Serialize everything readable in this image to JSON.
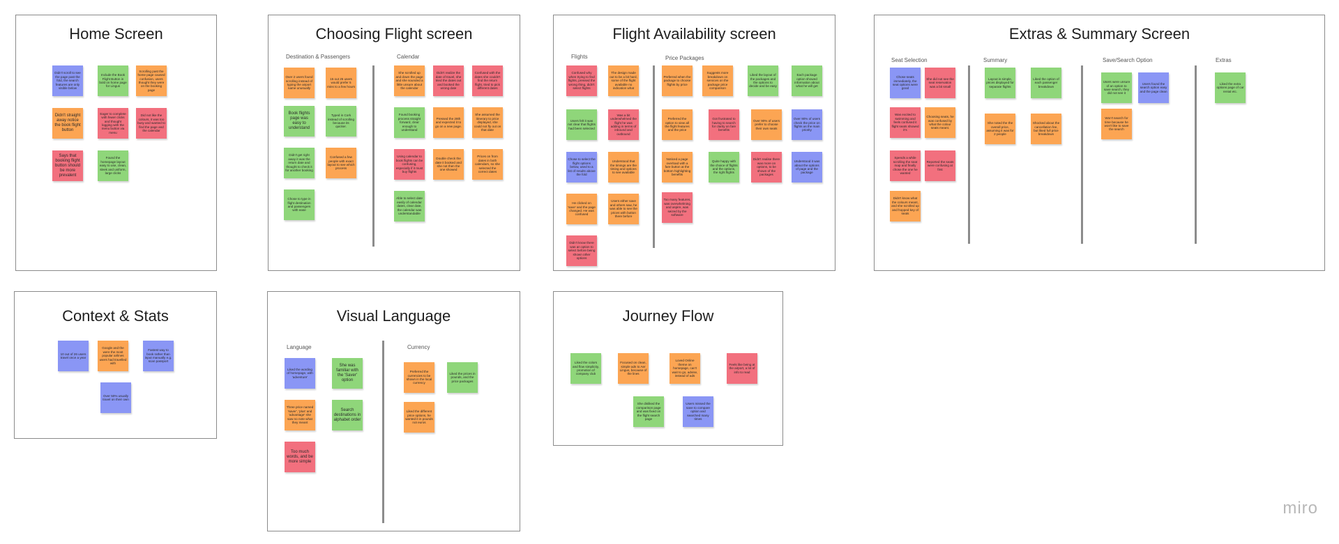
{
  "frames": {
    "home": {
      "title": "Home Screen"
    },
    "choosing": {
      "title": "Choosing Flight screen",
      "sections": [
        "Destination & Passengers",
        "Calendar"
      ]
    },
    "availability": {
      "title": "Flight Availability screen",
      "sections": [
        "Flights",
        "Price Packages"
      ]
    },
    "extras": {
      "title": "Extras & Summary Screen",
      "sections": [
        "Seat Selection",
        "Summary",
        "Save/Search Option",
        "Extras"
      ]
    },
    "context": {
      "title": "Context & Stats"
    },
    "visual": {
      "title": "Visual Language",
      "sections": [
        "Language",
        "Currency"
      ]
    },
    "journey": {
      "title": "Journey Flow"
    }
  },
  "notes": {
    "home": [
      {
        "text": "Didn't scroll to see the page past the fold, the search features are only visible below",
        "color": "blue"
      },
      {
        "text": "Include the Book Flight Button in bold on home page for Lingus",
        "color": "green"
      },
      {
        "text": "Scrolling past the home page caused confusion, users thought they were on the booking page",
        "color": "orange"
      },
      {
        "text": "Didn't straight away notice the book flight button",
        "color": "orange"
      },
      {
        "text": "Eager to complete with fewer clicks and thought logging with the menu button via menu",
        "color": "pink"
      },
      {
        "text": "Did not like the colours, it was too busy and wanted to find the page and the calendar",
        "color": "pink"
      },
      {
        "text": "Says that booking flight button should be more prevalent",
        "color": "pink"
      },
      {
        "text": "Found the homepage layout easy to use, clean, sleek and uniform, large clicks",
        "color": "green"
      }
    ],
    "choosing_dest": [
      {
        "text": "Over 2 users found scrolling instead of typing the airport name unusually",
        "color": "orange"
      },
      {
        "text": "15 out 25 users would prefer 5 mins to a few hours",
        "color": "orange"
      },
      {
        "text": "Book flights page was easy to understand",
        "color": "green"
      },
      {
        "text": "Typed in Cork instead of scrolling because its quicker.",
        "color": "green"
      },
      {
        "text": "Didn't get right away it was the return date and thought to check it for another booking",
        "color": "green"
      },
      {
        "text": "Confused a few people with exact layout to see which process",
        "color": "orange"
      },
      {
        "text": "Chose to type in flight destination and passengers with ease",
        "color": "green"
      }
    ],
    "choosing_cal": [
      {
        "text": "She scrolled up and down the page and she sounded a little unsure about the calendar",
        "color": "orange"
      },
      {
        "text": "Didn't realize the date of travel, she tried the dates out and booked the wrong date",
        "color": "pink"
      },
      {
        "text": "Confused with the dates she couldn't find the return flight, tried to pick different dates",
        "color": "pink"
      },
      {
        "text": "Found booking process straight forward, clear enough to understand",
        "color": "green"
      },
      {
        "text": "Pressed the 28th and expected it to go on a new page.",
        "color": "orange"
      },
      {
        "text": "She assumed the itinerary to price displayed, she could not fly out on that date",
        "color": "orange"
      },
      {
        "text": "Using calendar to book flights can be confusing, especially if it must buy flights",
        "color": "pink"
      },
      {
        "text": "Double check the date it booked and she not then the one showed",
        "color": "orange"
      },
      {
        "text": "Prices on from dates in both calendars, so she selected the correct dates",
        "color": "orange"
      },
      {
        "text": "Able to select date easily of calendar dates, clear date, the calendar was understandable",
        "color": "green"
      }
    ],
    "avail_flights": [
      {
        "text": "Confused why when trying to find flights, pressed the wrong thing, didn't select flights",
        "color": "pink"
      },
      {
        "text": "The design made out to be a bit hard, some of the flight available no indication what",
        "color": "orange"
      },
      {
        "text": "Users felt it was not clear that flights had been selected",
        "color": "green"
      },
      {
        "text": "Was a bit underwhelmed the flight he was adding in terms of inbound and outbound",
        "color": "pink"
      },
      {
        "text": "Chose to select the flight options below, used to a list of results above the fold",
        "color": "blue"
      },
      {
        "text": "Understood that the timings are the timing and options to see available",
        "color": "orange"
      },
      {
        "text": "He clicked on 'save' and the page changed. He was confused",
        "color": "orange"
      },
      {
        "text": "Users either save and others saw, he was able to see the prices with button there before",
        "color": "orange"
      },
      {
        "text": "Didn't know there was an option to select before being shown other options",
        "color": "pink"
      }
    ],
    "avail_prices": [
      {
        "text": "Preferred when the package to choose flights by price",
        "color": "orange"
      },
      {
        "text": "Suggests more breakdown on services on the package price comparison",
        "color": "orange"
      },
      {
        "text": "Liked the layout of the packages and the options to decide and be easy",
        "color": "green"
      },
      {
        "text": "Each package option showed information about what he will get",
        "color": "green"
      },
      {
        "text": "Preferred the option to view all the flight features and the price",
        "color": "orange"
      },
      {
        "text": "Got frustrated to having to search for clarity on fare benefits",
        "color": "pink"
      },
      {
        "text": "Over 90% of users prefer to choose their own seats",
        "color": "orange"
      },
      {
        "text": "Over 90% of users check the price on flights as the main priority",
        "color": "blue"
      },
      {
        "text": "Noticed a page overload with a fare button at the bottom highlighting benefits",
        "color": "orange"
      },
      {
        "text": "Quite happy with the choice of flights and the options, the right flights",
        "color": "green"
      },
      {
        "text": "Didn't realise there was more on options, to be shown of the packages",
        "color": "pink"
      },
      {
        "text": "Understood it was about the options of page and the package",
        "color": "blue"
      },
      {
        "text": "Too many features, was overwhelming and aspire, was seized by the software",
        "color": "pink"
      }
    ],
    "extras_seat": [
      {
        "text": "Chose seats immediately, the seat options were good",
        "color": "blue"
      },
      {
        "text": "She did not see the seat reservation was a bit small",
        "color": "pink"
      },
      {
        "text": "Was excited to swimming and feels confused it flight seats showed it's",
        "color": "pink"
      },
      {
        "text": "Choosing seats, he was confused by what the colour seats meant.",
        "color": "orange"
      },
      {
        "text": "Spends a while scrolling the seat map and finally chose the one he wanted",
        "color": "pink"
      },
      {
        "text": "Reported the seats were confusing at first",
        "color": "pink"
      },
      {
        "text": "Didn't know what the colours meant, and she scrolled up and hopped key of seats",
        "color": "orange"
      }
    ],
    "extras_summary": [
      {
        "text": "Layout is simple, prices displayed for separate flights",
        "color": "green"
      },
      {
        "text": "Liked the option of each passenger breakdown",
        "color": "green"
      },
      {
        "text": "She noted the the overall price, assuming it was for 2 people",
        "color": "orange"
      },
      {
        "text": "Shocked about the cancellation fee, but liked full price breakdown",
        "color": "orange"
      }
    ],
    "extras_save": [
      {
        "text": "Users were unsure of an option to save search, they did not see it",
        "color": "green"
      },
      {
        "text": "Users found the search option easy and the page clean",
        "color": "blue"
      },
      {
        "text": "Won't search for time because he won't like to save the search",
        "color": "orange"
      }
    ],
    "extras_extras": [
      {
        "text": "Liked the extra options page of car rental etc.",
        "color": "green"
      }
    ],
    "context": [
      {
        "text": "10 out of 26 users travel once a year",
        "color": "blue"
      },
      {
        "text": "Google and the were the most popular airlines users had travelled with",
        "color": "orange"
      },
      {
        "text": "Fastest way to book rather than input manually e.g. scan passport",
        "color": "blue"
      },
      {
        "text": "Over 50% usually travel on their own",
        "color": "blue"
      }
    ],
    "visual_lang": [
      {
        "text": "Liked the wording of homepage, with 'adventure'",
        "color": "blue"
      },
      {
        "text": "She was familiar with the 'Saver' option",
        "color": "green"
      },
      {
        "text": "Three price named 'saver', 'plus' and 'advantage' she saw no note what they meant",
        "color": "orange"
      },
      {
        "text": "Search destinations in alphabet order",
        "color": "green"
      },
      {
        "text": "Too much words, and be more simple",
        "color": "pink"
      }
    ],
    "visual_curr": [
      {
        "text": "Preferred the currencies to be shown in the local currency",
        "color": "orange"
      },
      {
        "text": "Liked the prices in pounds, and the price packages",
        "color": "green"
      },
      {
        "text": "Liked the different price options, he wanted it in pounds not euros",
        "color": "orange"
      }
    ],
    "journey": [
      {
        "text": "Liked the colors and flow simplicity, promotion of company club",
        "color": "green"
      },
      {
        "text": "Focused on clean, simple ads to Aer Lingus, because of the lines",
        "color": "orange"
      },
      {
        "text": "Loved Online theme on homepage, can't wait to go, advise, instead of ads",
        "color": "orange"
      },
      {
        "text": "Feels like being at the airport, a lot of info to read",
        "color": "pink"
      },
      {
        "text": "She disliked the comparison page and was fixed on the flight search page",
        "color": "green"
      },
      {
        "text": "Users missed the save to compare option and searched many times",
        "color": "blue"
      }
    ]
  },
  "brand": {
    "logo_text": "miro"
  },
  "colors": {
    "orange": "#fca553",
    "green": "#8fd67a",
    "pink": "#f2707e",
    "blue": "#8a96f5"
  }
}
